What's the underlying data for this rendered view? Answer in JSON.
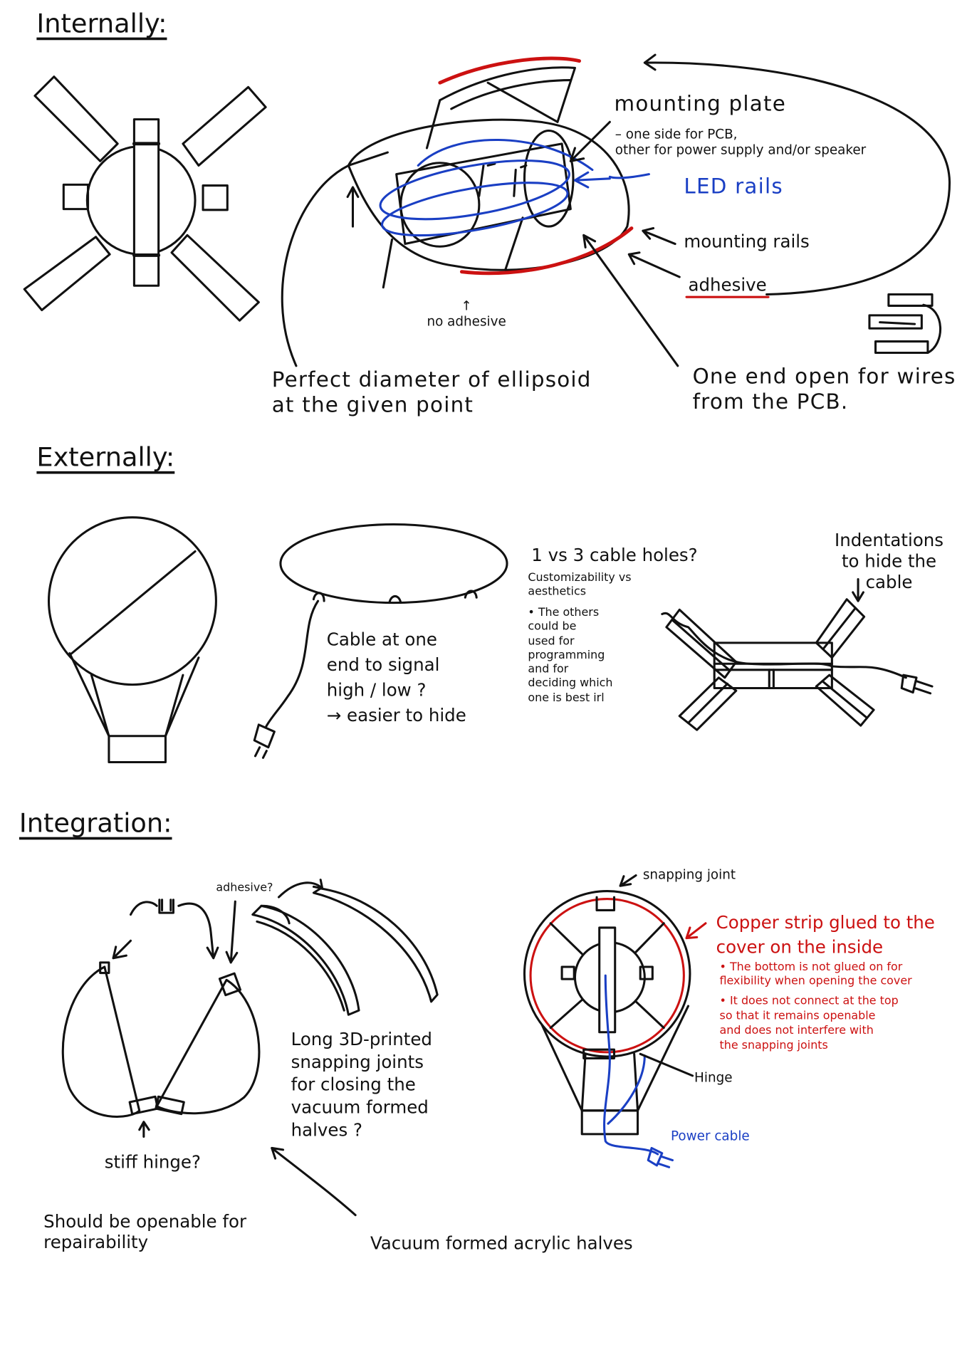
{
  "headings": {
    "internally": "Internally:",
    "externally": "Externally:",
    "integration": "Integration:"
  },
  "internal": {
    "mounting_plate": "mounting plate",
    "mounting_plate_note": "– one side for PCB,\nother for power supply and/or speaker",
    "led_rails": "LED rails",
    "mounting_rails": "mounting rails",
    "adhesive": "adhesive",
    "no_adhesive": "↑\nno adhesive",
    "perfect_diameter": "Perfect diameter of ellipsoid\nat the given point",
    "one_end_open": "One end open for wires\nfrom the PCB."
  },
  "external": {
    "cable_note": "Cable at one\nend to signal\nhigh / low ?\n→ easier to hide",
    "cable_holes_title": "1 vs 3 cable holes?",
    "cable_holes_sub": "Customizability vs\naesthetics",
    "cable_holes_bullet": "• The others\n  could be\n  used for\n  programming\n  and for\n  deciding which\n  one is best irl",
    "indentations": "Indentations\nto hide the\ncable"
  },
  "integration": {
    "adhesive_q": "adhesive?",
    "snapping_joint": "snapping joint",
    "copper_title": "Copper strip glued to the\ncover on the inside",
    "copper_bullet_1": "• The bottom is not glued on for\n  flexibility when opening the cover",
    "copper_bullet_2": "• It does not connect at the top\n  so that it remains openable\n  and does not interfere with\n  the snapping joints",
    "hinge": "Hinge",
    "power_cable": "Power cable",
    "long_joints": "Long 3D-printed\nsnapping joints\nfor closing the\nvacuum formed\nhalves ?",
    "stiff_hinge": "stiff hinge?",
    "openable": "Should be openable for\nrepairability",
    "vacuum_halves": "Vacuum formed acrylic halves"
  },
  "colors": {
    "ink": "#111111",
    "red": "#cc1111",
    "blue": "#1a3fc4"
  }
}
